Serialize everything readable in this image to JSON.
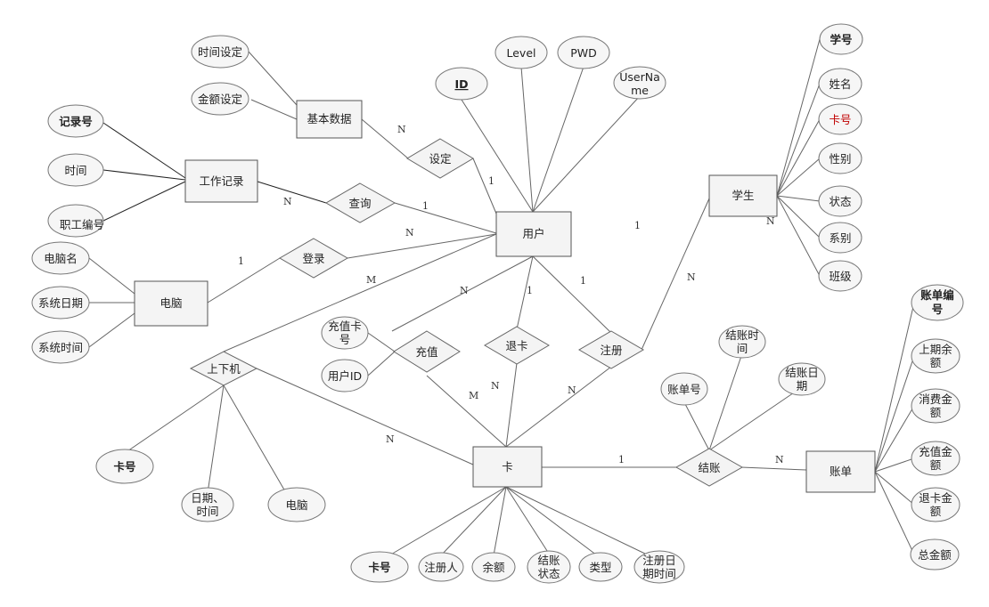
{
  "entities": {
    "base_data": "基本数据",
    "work_log": "工作记录",
    "computer": "电脑",
    "user": "用户",
    "student": "学生",
    "card": "卡",
    "bill": "账单"
  },
  "relationships": {
    "setting": "设定",
    "query": "查询",
    "login": "登录",
    "recharge": "充值",
    "refund_card": "退卡",
    "register": "注册",
    "online_offline": "上下机",
    "settle": "结账"
  },
  "attributes": {
    "time_setting": "时间设定",
    "amount_setting": "金额设定",
    "record_no": "记录号",
    "time": "时间",
    "staff_no": "职工编号",
    "pc_name": "电脑名",
    "sys_date": "系统日期",
    "sys_time": "系统时间",
    "user_id": "ID",
    "level": "Level",
    "pwd": "PWD",
    "username_l1": "UserNa",
    "username_l2": "me",
    "student_no": "学号",
    "name": "姓名",
    "student_card_no": "卡号",
    "gender": "性别",
    "status": "状态",
    "department": "系别",
    "class": "班级",
    "recharge_card_no_l1": "充值卡",
    "recharge_card_no_l2": "号",
    "recharge_user_id": "用户ID",
    "settle_time_l1": "结账时",
    "settle_time_l2": "间",
    "settle_date_l1": "结账日",
    "settle_date_l2": "期",
    "bill_no_attr": "账单号",
    "online_card_no": "卡号",
    "date_time_l1": "日期、",
    "date_time_l2": "时间",
    "online_computer": "电脑",
    "card_no": "卡号",
    "registrar": "注册人",
    "balance": "余额",
    "settle_status_l1": "结账",
    "settle_status_l2": "状态",
    "card_type": "类型",
    "reg_datetime_l1": "注册日",
    "reg_datetime_l2": "期时间",
    "bill_id_l1": "账单编",
    "bill_id_l2": "号",
    "prev_balance_l1": "上期余",
    "prev_balance_l2": "额",
    "consume_l1": "消费金",
    "consume_l2": "额",
    "recharge_amt_l1": "充值金",
    "recharge_amt_l2": "额",
    "refund_amt_l1": "退卡金",
    "refund_amt_l2": "额",
    "total_amt": "总金额"
  },
  "cardinalities": {
    "setting_base": "N",
    "setting_user": "1",
    "query_work": "N",
    "query_user": "1",
    "login_computer": "1",
    "login_user": "N",
    "online_user": "M",
    "recharge_user": "N",
    "refund_user": "1",
    "register_user": "1",
    "register_student_top": "1",
    "register_student": "N",
    "student_n": "N",
    "recharge_card": "M",
    "refund_card": "N",
    "register_card": "N",
    "online_card": "N",
    "card_settle": "1",
    "settle_bill": "N"
  },
  "colors": {
    "highlight_text": "#c00000"
  }
}
